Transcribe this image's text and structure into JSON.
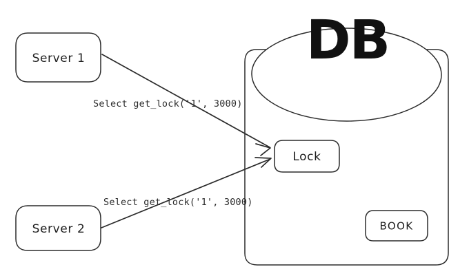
{
  "diagram": {
    "title": "DB",
    "background": "#ffffff",
    "stroke_color": "#2b2b2b",
    "text_color": "#1d1d1d",
    "title_color": "#111111",
    "nodes": [
      {
        "id": "server1",
        "label": "Server 1",
        "shape": "rounded-rect"
      },
      {
        "id": "server2",
        "label": "Server 2",
        "shape": "rounded-rect"
      },
      {
        "id": "db",
        "label": "DB",
        "shape": "rounded-rect-container"
      },
      {
        "id": "cylinder",
        "label": "",
        "shape": "ellipse"
      },
      {
        "id": "lock",
        "label": "Lock",
        "shape": "rounded-rect"
      },
      {
        "id": "book",
        "label": "BOOK",
        "shape": "rounded-rect"
      }
    ],
    "edges": [
      {
        "id": "edge-server1-lock",
        "from": "server1",
        "to": "lock",
        "label": "Select get_lock('1', 3000)",
        "arrow": "end"
      },
      {
        "id": "edge-server2-lock",
        "from": "server2",
        "to": "lock",
        "label": "Select get_lock('1', 3000)",
        "arrow": "end"
      }
    ]
  }
}
